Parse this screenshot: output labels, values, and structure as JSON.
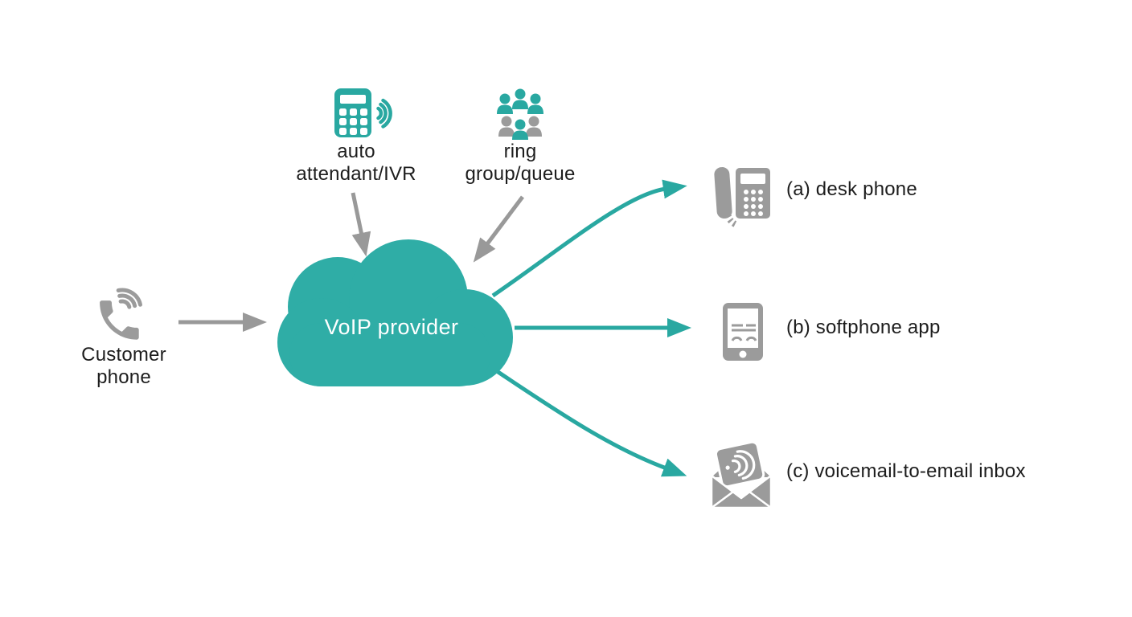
{
  "diagram": {
    "kind": "voip-call-flow",
    "colors": {
      "teal": "#2fada6",
      "teal_arrow": "#29a8a1",
      "gray_icon": "#9b9b9b",
      "gray_arrow": "#999999",
      "text": "#1d1d1d",
      "cloud_text": "#ffffff",
      "background": "#ffffff"
    },
    "nodes": {
      "customer": {
        "label": "Customer phone",
        "icon": "customer-phone-icon"
      },
      "auto_attendant": {
        "label": "auto attendant/IVR",
        "icon": "auto-attendant-icon"
      },
      "ring_group": {
        "label": "ring group/queue",
        "icon": "ring-group-icon"
      },
      "provider": {
        "label": "VoIP provider",
        "icon": "cloud-shape"
      },
      "outputs": [
        {
          "label": "(a) desk phone",
          "icon": "desk-phone-icon"
        },
        {
          "label": "(b) softphone app",
          "icon": "softphone-icon"
        },
        {
          "label": "(c) voicemail-to-email inbox",
          "icon": "voicemail-email-icon"
        }
      ]
    },
    "edges": [
      {
        "from": "customer",
        "to": "provider",
        "color": "gray"
      },
      {
        "from": "auto_attendant",
        "to": "provider",
        "color": "gray"
      },
      {
        "from": "ring_group",
        "to": "provider",
        "color": "gray"
      },
      {
        "from": "provider",
        "to": "desk-phone",
        "color": "teal"
      },
      {
        "from": "provider",
        "to": "softphone",
        "color": "teal"
      },
      {
        "from": "provider",
        "to": "voicemail",
        "color": "teal"
      }
    ]
  }
}
